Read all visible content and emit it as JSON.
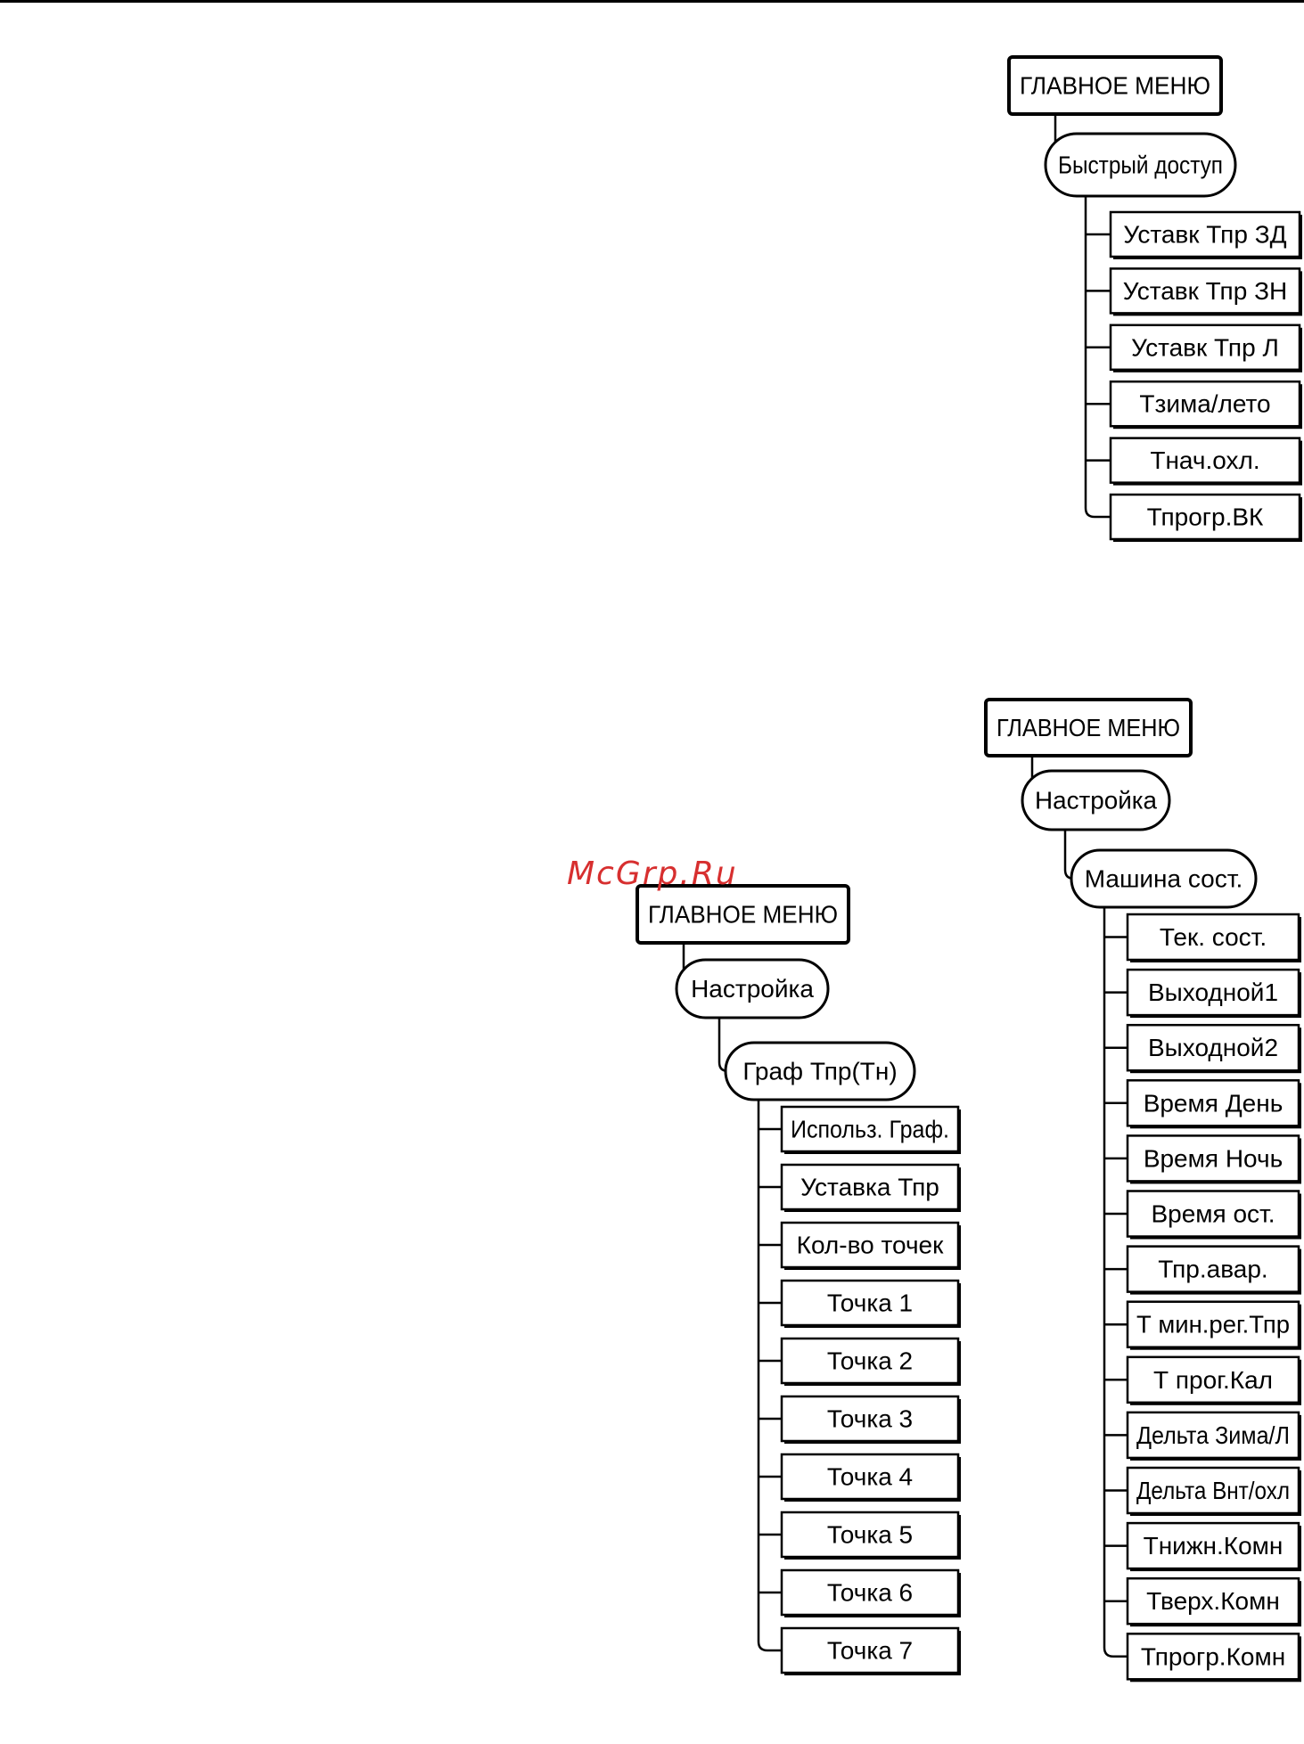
{
  "watermark": "McGrp.Ru",
  "trees": [
    {
      "root": "ГЛАВНОЕ МЕНЮ",
      "groups": [
        "Быстрый доступ"
      ],
      "items": [
        "Уставк Тпр ЗД",
        "Уставк Тпр ЗН",
        "Уставк Тпр Л",
        "Тзима/лето",
        "Тнач.охл.",
        "Тпрогр.ВК"
      ]
    },
    {
      "root": "ГЛАВНОЕ МЕНЮ",
      "groups": [
        "Настройка",
        "Машина сост."
      ],
      "items": [
        "Тек. сост.",
        "Выходной1",
        "Выходной2",
        "Время День",
        "Время Ночь",
        "Время ост.",
        "Тпр.авар.",
        "Т мин.рег.Тпр",
        "Т прог.Кал",
        "Дельта Зима/Л",
        "Дельта Внт/охл",
        "Тнижн.Комн",
        "Тверх.Комн",
        "Тпрогр.Комн"
      ]
    },
    {
      "root": "ГЛАВНОЕ МЕНЮ",
      "groups": [
        "Настройка",
        "Граф Тпр(Тн)"
      ],
      "items": [
        "Использ. Граф.",
        "Уставка Тпр",
        "Кол-во точек",
        "Точка 1",
        "Точка 2",
        "Точка 3",
        "Точка 4",
        "Точка 5",
        "Точка 6",
        "Точка 7"
      ]
    }
  ]
}
